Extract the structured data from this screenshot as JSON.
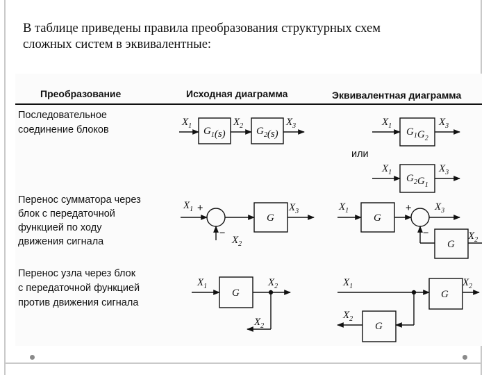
{
  "intro_lines": [
    "В таблице приведены правила преобразования структурных схем",
    "сложных систем в эквивалентные:"
  ],
  "table": {
    "headers": [
      "Преобразование",
      "Исходная диаграмма",
      "Эквивалентная диаграмма"
    ],
    "rows": [
      {
        "label": [
          "Последовательное",
          "соединение блоков"
        ],
        "source": {
          "signals": [
            "X1",
            "X2",
            "X3"
          ],
          "blocks": [
            "G1(s)",
            "G2(s)"
          ]
        },
        "equivalent": {
          "signals": [
            "X1",
            "X3"
          ],
          "blocks": [
            "G1G2",
            "G2G1"
          ],
          "connector": "или"
        }
      },
      {
        "label": [
          "Перенос сумматора через",
          "блок с передаточной",
          "функцией по ходу",
          "движения сигнала"
        ],
        "source": {
          "signals": [
            "X1",
            "X2",
            "X3"
          ],
          "blocks": [
            "G"
          ],
          "signs": [
            "+",
            "−"
          ]
        },
        "equivalent": {
          "signals": [
            "X1",
            "X3",
            "X2"
          ],
          "blocks": [
            "G",
            "G"
          ],
          "signs": [
            "+",
            "−"
          ]
        }
      },
      {
        "label": [
          "Перенос узла через блок",
          "с передаточной функцией",
          "против движения сигнала"
        ],
        "source": {
          "signals": [
            "X1",
            "X2",
            "X2"
          ],
          "blocks": [
            "G"
          ]
        },
        "equivalent": {
          "signals": [
            "X1",
            "X2",
            "X2"
          ],
          "blocks": [
            "G",
            "G"
          ]
        }
      }
    ]
  }
}
